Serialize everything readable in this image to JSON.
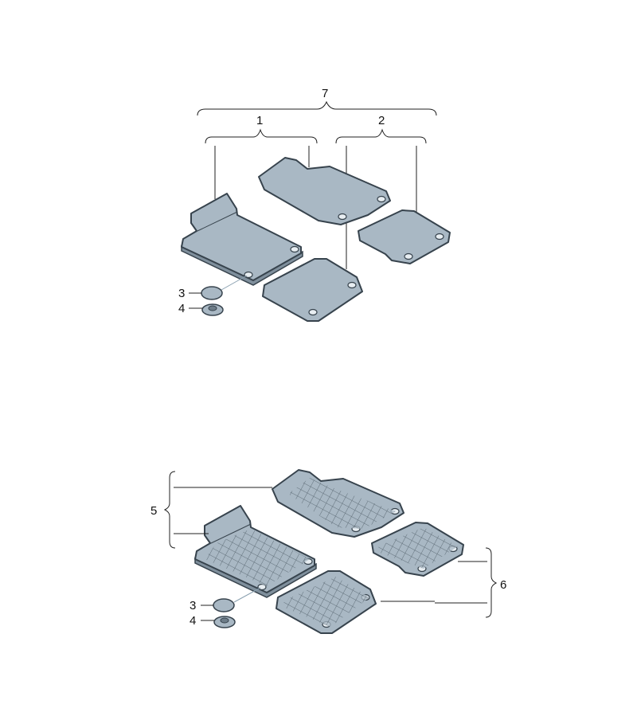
{
  "diagram": {
    "top": {
      "labels": {
        "set": "7",
        "front_mats": "1",
        "rear_mats": "2",
        "cap": "3",
        "clip": "4"
      }
    },
    "bottom": {
      "labels": {
        "front_mats": "5",
        "rear_mats": "6",
        "cap": "3",
        "clip": "4"
      }
    },
    "colors": {
      "mat_fill": "#a9b8c4",
      "mat_outline": "#37434d"
    }
  }
}
